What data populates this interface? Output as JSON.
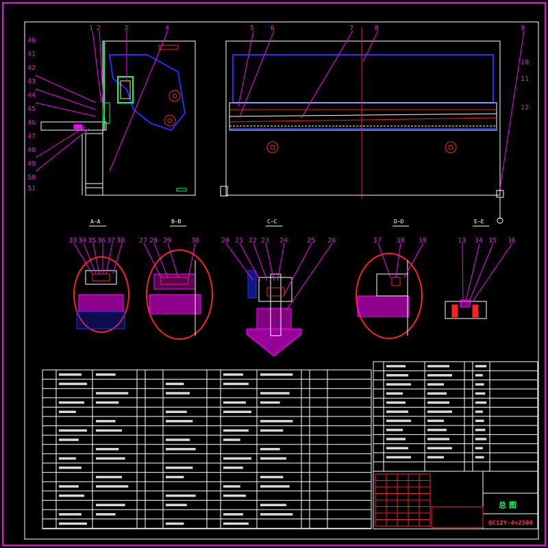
{
  "drawing": {
    "background": "#000000",
    "frame_color": "#ff00ff",
    "line_color": "#ffffff",
    "accent_blue": "#2030ff",
    "accent_red": "#ff2020",
    "accent_green": "#00ff66",
    "accent_yellow": "#ffff00"
  },
  "part_callouts_left": [
    "1",
    "2",
    "3",
    "4"
  ],
  "part_callouts_left_side": [
    "40",
    "41",
    "42",
    "43",
    "44",
    "45",
    "46",
    "47",
    "48",
    "49",
    "50",
    "51"
  ],
  "part_callouts_right": [
    "5",
    "6",
    "7",
    "8",
    "9",
    "10",
    "11",
    "12"
  ],
  "section_views": [
    {
      "title": "A—A",
      "callouts": [
        "33",
        "34",
        "35",
        "36",
        "37",
        "38"
      ]
    },
    {
      "title": "B—B",
      "callouts": [
        "27",
        "28",
        "29",
        "30"
      ]
    },
    {
      "title": "C—C",
      "callouts": [
        "20",
        "21",
        "22",
        "23",
        "24",
        "25",
        "26"
      ]
    },
    {
      "title": "D—D",
      "callouts": [
        "17",
        "18",
        "19"
      ]
    },
    {
      "title": "E—E",
      "callouts": [
        "13",
        "14",
        "15",
        "16"
      ]
    }
  ],
  "title_block": {
    "drawing_name": "总 图",
    "drawing_code": "QC12Y-4×2500"
  }
}
